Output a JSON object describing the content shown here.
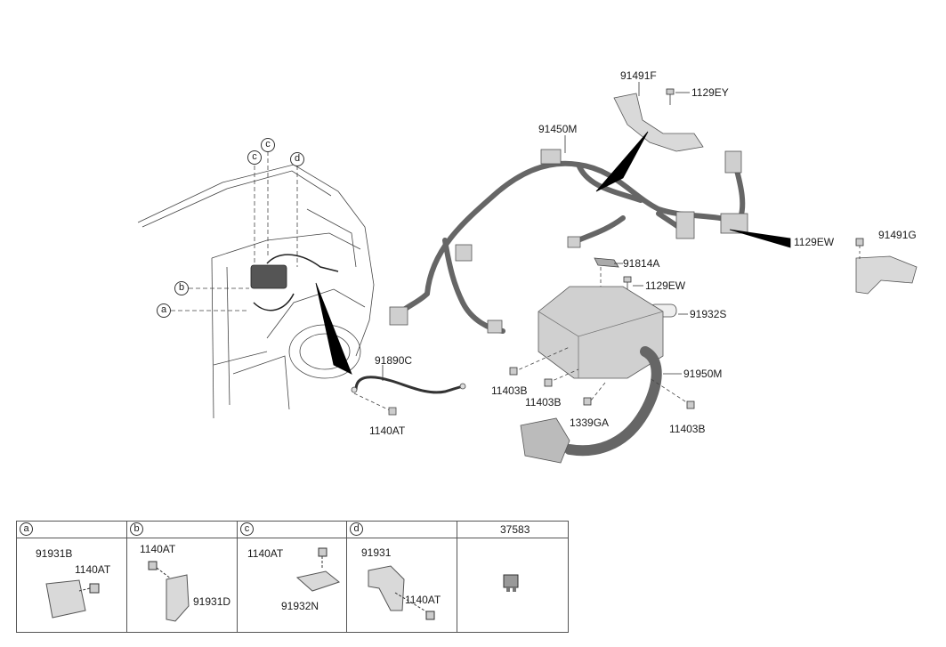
{
  "callouts": {
    "p91491F": "91491F",
    "p1129EY": "1129EY",
    "p91450M": "91450M",
    "p1129EW_a": "1129EW",
    "p91491G": "91491G",
    "p91814A": "91814A",
    "p1129EW_b": "1129EW",
    "p91932S": "91932S",
    "p91950M": "91950M",
    "p11403B_a": "11403B",
    "p11403B_b": "11403B",
    "p1339GA": "1339GA",
    "p11403B_c": "11403B",
    "p91890C": "91890C",
    "p1140AT": "1140AT"
  },
  "vehicle_markers": {
    "c1": "c",
    "c2": "c",
    "d": "d",
    "b": "b",
    "a": "a"
  },
  "legend": {
    "a": {
      "key": "a",
      "parts": [
        "91931B",
        "1140AT"
      ]
    },
    "b": {
      "key": "b",
      "parts": [
        "1140AT",
        "91931D"
      ]
    },
    "c": {
      "key": "c",
      "parts": [
        "1140AT",
        "91932N"
      ]
    },
    "d": {
      "key": "d",
      "parts": [
        "91931",
        "1140AT"
      ]
    },
    "e": {
      "key": "37583"
    }
  },
  "colors": {
    "line": "#333333",
    "part_fill": "#d9d9d9",
    "part_shade": "#b5b5b5",
    "leader": "#000000"
  }
}
